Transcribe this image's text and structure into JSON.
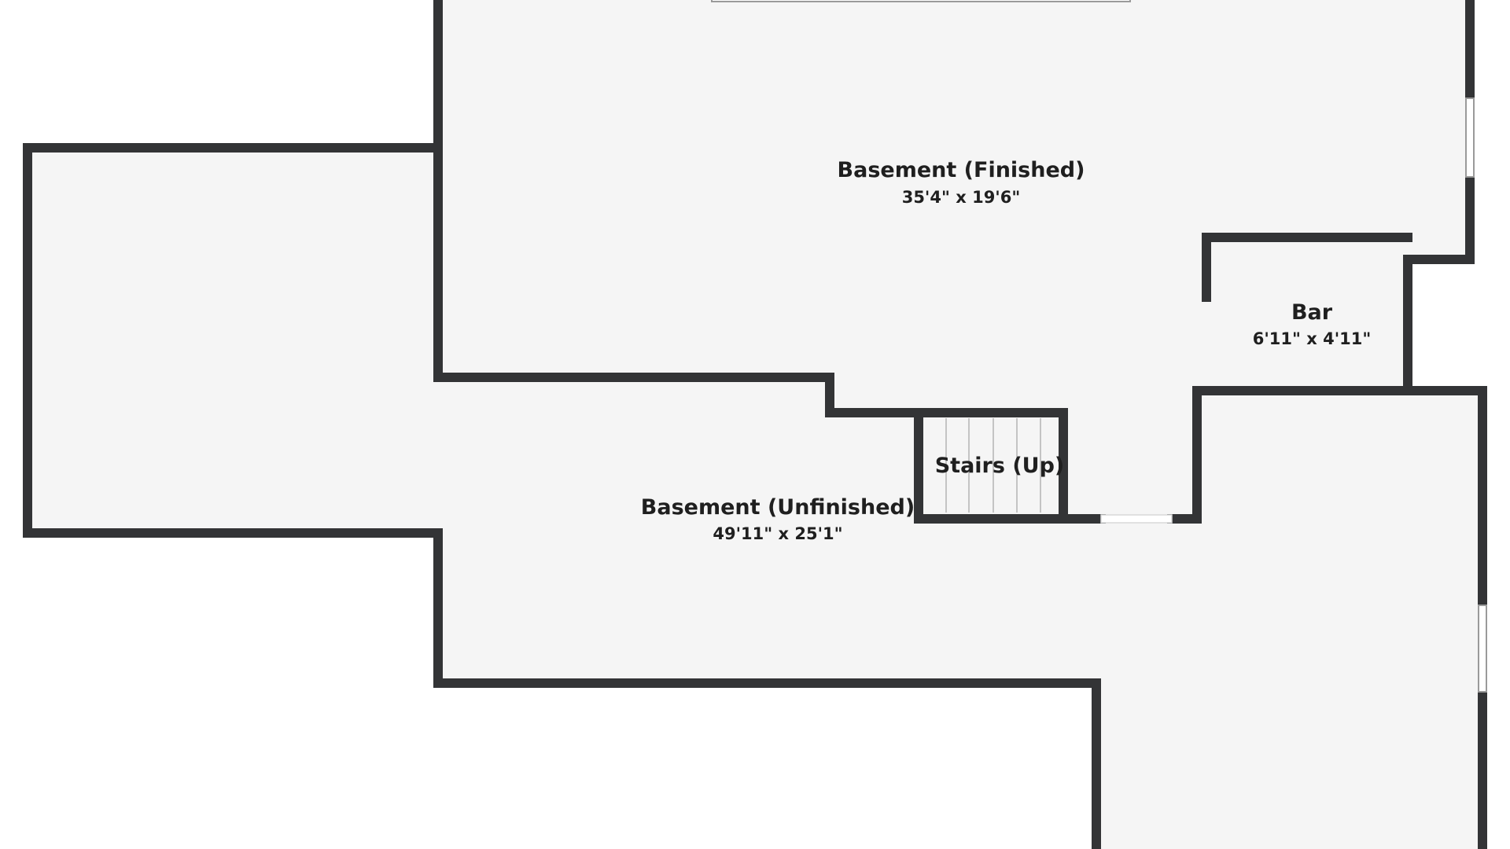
{
  "floorplan": {
    "rooms": [
      {
        "key": "basement_finished",
        "name": "Basement (Finished)",
        "dims": "35'4\" x 19'6\""
      },
      {
        "key": "bar",
        "name": "Bar",
        "dims": "6'11\" x 4'11\""
      },
      {
        "key": "stairs",
        "name": "Stairs (Up)"
      },
      {
        "key": "basement_unfinished",
        "name": "Basement (Unfinished)",
        "dims": "49'11\" x 25'1\""
      }
    ]
  },
  "colors": {
    "wall": "#333436",
    "floor": "#f5f5f5",
    "background": "#ffffff",
    "label": "#1f1f1f"
  }
}
